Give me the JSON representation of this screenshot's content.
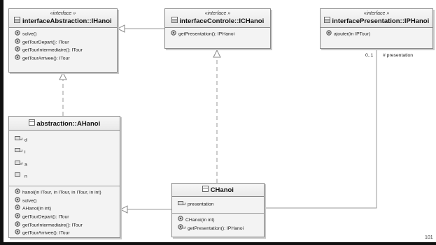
{
  "classes": {
    "ihanoi": {
      "stereotype": "«interface »",
      "name": "interfaceAbstraction::IHanoi",
      "operations": [
        "solve()",
        "getTourDepart(): ITour",
        "getTourIntermediaire(): ITour",
        "getTourArrivee(): ITour"
      ]
    },
    "ichanoi": {
      "stereotype": "«interface »",
      "name": "interfaceControle::ICHanoi",
      "operations": [
        "getPresentation(): IPHanoi"
      ]
    },
    "iphanoi": {
      "stereotype": "«interface »",
      "name": "interfacePresentation::IPHanoi",
      "operations": [
        "ajouter(in IPTour)"
      ]
    },
    "ahanoi": {
      "name": "abstraction::AHanoi",
      "attributes": [
        "d",
        "i",
        "a",
        "n"
      ],
      "operations": [
        "hanoi(in ITour, in ITour, in ITour, in int)",
        "solve()",
        "AHanoi(in int)",
        "getTourDepart(): ITour",
        "getTourIntermediaire(): ITour",
        "getTourArrivee(): ITour"
      ]
    },
    "chanoi": {
      "name": "CHanoi",
      "attributes": [
        "presentation"
      ],
      "operations": [
        "CHanoi(in int)",
        "getPresentation(): IPHanoi"
      ]
    }
  },
  "labels": {
    "multiplicity": "0..1",
    "role": "# presentation",
    "corner": "101"
  }
}
